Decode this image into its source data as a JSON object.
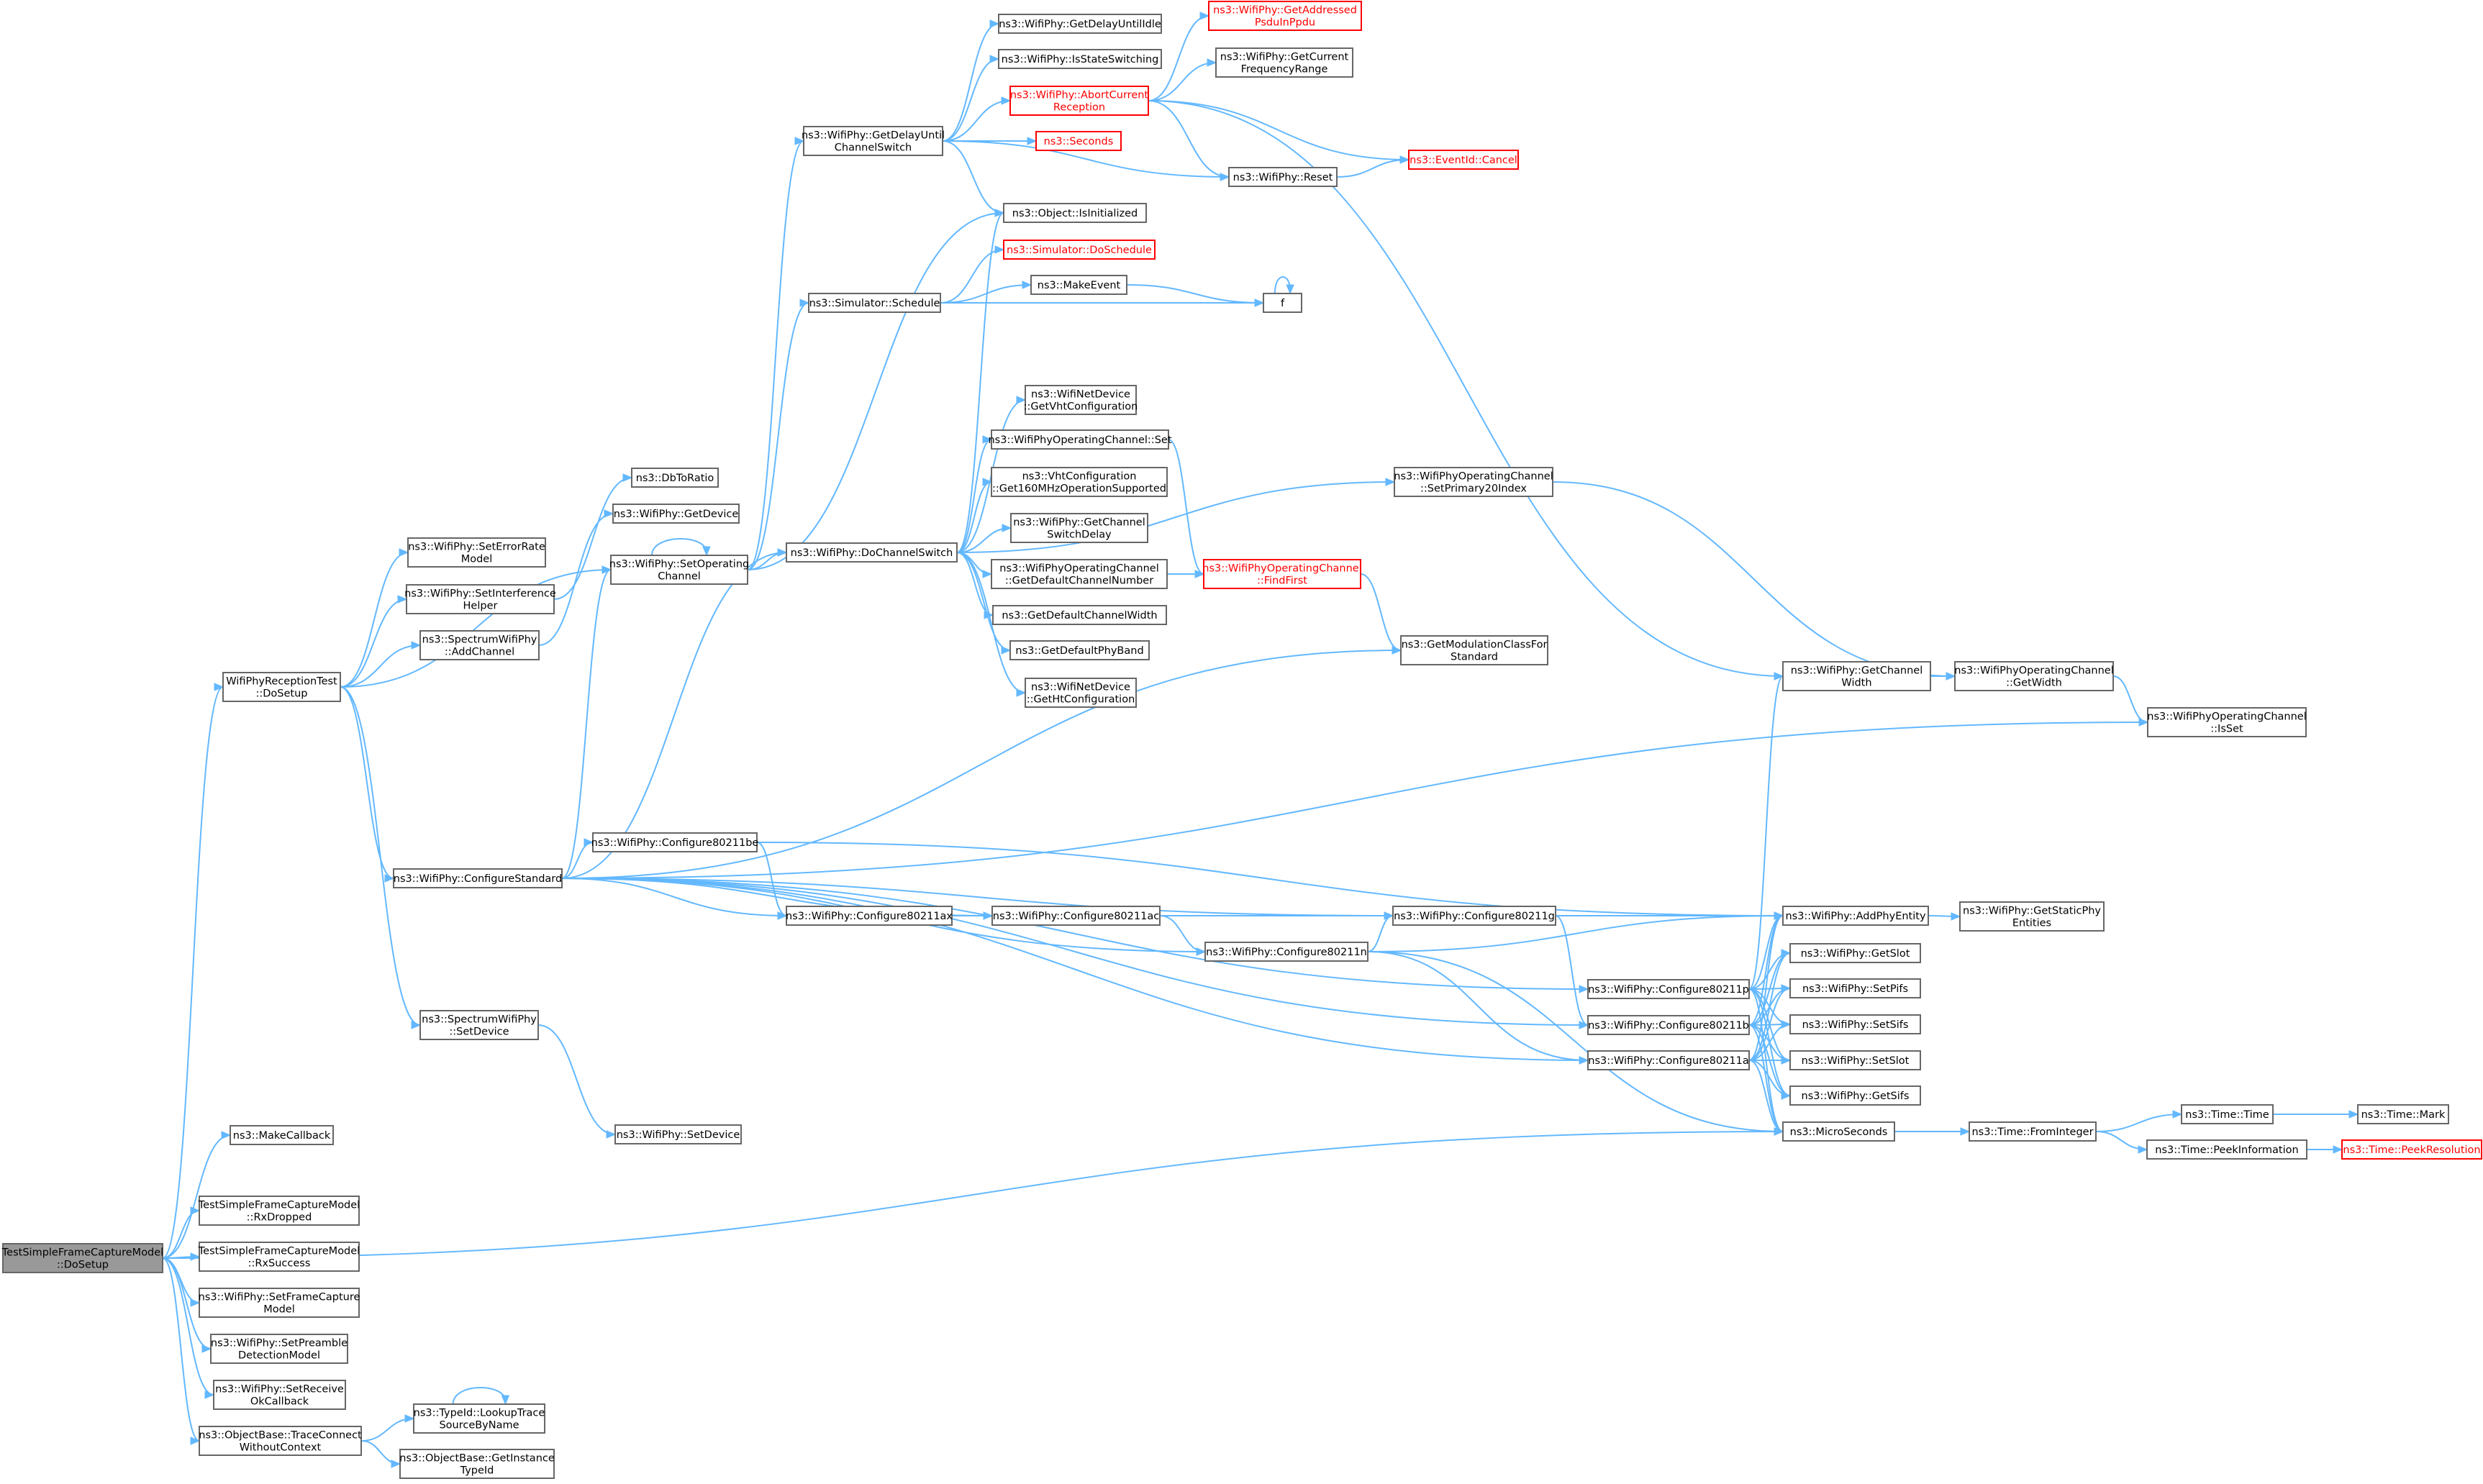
{
  "colors": {
    "edge": "#63b8ff",
    "border": "#666666",
    "highlight_border": "#ff0000",
    "root_fill": "#999999"
  },
  "nodes": {
    "root": {
      "lines": [
        "TestSimpleFrameCaptureModel",
        "::DoSetup"
      ]
    },
    "wrt": {
      "lines": [
        "WifiPhyReceptionTest",
        "::DoSetup"
      ]
    },
    "makecb": {
      "lines": [
        "ns3::MakeCallback"
      ]
    },
    "rxdrop": {
      "lines": [
        "TestSimpleFrameCaptureModel",
        "::RxDropped"
      ]
    },
    "rxsucc": {
      "lines": [
        "TestSimpleFrameCaptureModel",
        "::RxSuccess"
      ]
    },
    "setfc": {
      "lines": [
        "ns3::WifiPhy::SetFrameCapture",
        "Model"
      ]
    },
    "setpre": {
      "lines": [
        "ns3::WifiPhy::SetPreamble",
        "DetectionModel"
      ]
    },
    "setrok": {
      "lines": [
        "ns3::WifiPhy::SetReceive",
        "OkCallback"
      ]
    },
    "tcwc": {
      "lines": [
        "ns3::ObjectBase::TraceConnect",
        "WithoutContext"
      ]
    },
    "lookup": {
      "lines": [
        "ns3::TypeId::LookupTrace",
        "SourceByName"
      ]
    },
    "getinst": {
      "lines": [
        "ns3::ObjectBase::GetInstance",
        "TypeId"
      ]
    },
    "seterr": {
      "lines": [
        "ns3::WifiPhy::SetErrorRate",
        "Model"
      ]
    },
    "setint": {
      "lines": [
        "ns3::WifiPhy::SetInterference",
        "Helper"
      ]
    },
    "addch": {
      "lines": [
        "ns3::SpectrumWifiPhy",
        "::AddChannel"
      ]
    },
    "setdevsp": {
      "lines": [
        "ns3::SpectrumWifiPhy",
        "::SetDevice"
      ]
    },
    "setdev": {
      "lines": [
        "ns3::WifiPhy::SetDevice"
      ]
    },
    "dbto": {
      "lines": [
        "ns3::DbToRatio"
      ]
    },
    "getdev": {
      "lines": [
        "ns3::WifiPhy::GetDevice"
      ]
    },
    "setop": {
      "lines": [
        "ns3::WifiPhy::SetOperating",
        "Channel"
      ]
    },
    "dochs": {
      "lines": [
        "ns3::WifiPhy::DoChannelSwitch"
      ]
    },
    "getdelay": {
      "lines": [
        "ns3::WifiPhy::GetDelayUntil",
        "ChannelSwitch"
      ]
    },
    "sched": {
      "lines": [
        "ns3::Simulator::Schedule"
      ]
    },
    "gdui": {
      "lines": [
        "ns3::WifiPhy::GetDelayUntilIdle"
      ]
    },
    "isss": {
      "lines": [
        "ns3::WifiPhy::IsStateSwitching"
      ]
    },
    "abort": {
      "lines": [
        "ns3::WifiPhy::AbortCurrent",
        "Reception"
      ],
      "red": true
    },
    "seconds": {
      "lines": [
        "ns3::Seconds"
      ],
      "red": true
    },
    "isinit": {
      "lines": [
        "ns3::Object::IsInitialized"
      ]
    },
    "dosched": {
      "lines": [
        "ns3::Simulator::DoSchedule"
      ],
      "red": true
    },
    "makeev": {
      "lines": [
        "ns3::MakeEvent"
      ]
    },
    "f": {
      "lines": [
        "f"
      ]
    },
    "getaddr": {
      "lines": [
        "ns3::WifiPhy::GetAddressed",
        "PsduInPpdu"
      ],
      "red": true
    },
    "getcfr": {
      "lines": [
        "ns3::WifiPhy::GetCurrent",
        "FrequencyRange"
      ]
    },
    "reset": {
      "lines": [
        "ns3::WifiPhy::Reset"
      ]
    },
    "cancel": {
      "lines": [
        "ns3::EventId::Cancel"
      ],
      "red": true
    },
    "getvht": {
      "lines": [
        "ns3::WifiNetDevice",
        "::GetVhtConfiguration"
      ]
    },
    "opset": {
      "lines": [
        "ns3::WifiPhyOperatingChannel::Set"
      ]
    },
    "get160": {
      "lines": [
        "ns3::VhtConfiguration",
        "::Get160MHzOperationSupported"
      ]
    },
    "getcsd": {
      "lines": [
        "ns3::WifiPhy::GetChannel",
        "SwitchDelay"
      ]
    },
    "getdcn": {
      "lines": [
        "ns3::WifiPhyOperatingChannel",
        "::GetDefaultChannelNumber"
      ]
    },
    "findfirst": {
      "lines": [
        "ns3::WifiPhyOperatingChannel",
        "::FindFirst"
      ],
      "red": true
    },
    "getdcw": {
      "lines": [
        "ns3::GetDefaultChannelWidth"
      ]
    },
    "getdpb": {
      "lines": [
        "ns3::GetDefaultPhyBand"
      ]
    },
    "getht": {
      "lines": [
        "ns3::WifiNetDevice",
        "::GetHtConfiguration"
      ]
    },
    "setp20": {
      "lines": [
        "ns3::WifiPhyOperatingChannel",
        "::SetPrimary20Index"
      ]
    },
    "getmod": {
      "lines": [
        "ns3::GetModulationClassFor",
        "Standard"
      ]
    },
    "getchw": {
      "lines": [
        "ns3::WifiPhy::GetChannel",
        "Width"
      ]
    },
    "opgetw": {
      "lines": [
        "ns3::WifiPhyOperatingChannel",
        "::GetWidth"
      ]
    },
    "isset": {
      "lines": [
        "ns3::WifiPhyOperatingChannel",
        "::IsSet"
      ]
    },
    "cfgstd": {
      "lines": [
        "ns3::WifiPhy::ConfigureStandard"
      ]
    },
    "cfgbe": {
      "lines": [
        "ns3::WifiPhy::Configure80211be"
      ]
    },
    "cfgax": {
      "lines": [
        "ns3::WifiPhy::Configure80211ax"
      ]
    },
    "cfgac": {
      "lines": [
        "ns3::WifiPhy::Configure80211ac"
      ]
    },
    "cfgn": {
      "lines": [
        "ns3::WifiPhy::Configure80211n"
      ]
    },
    "cfgg": {
      "lines": [
        "ns3::WifiPhy::Configure80211g"
      ]
    },
    "cfgp": {
      "lines": [
        "ns3::WifiPhy::Configure80211p"
      ]
    },
    "cfgb": {
      "lines": [
        "ns3::WifiPhy::Configure80211b"
      ]
    },
    "cfga": {
      "lines": [
        "ns3::WifiPhy::Configure80211a"
      ]
    },
    "addpe": {
      "lines": [
        "ns3::WifiPhy::AddPhyEntity"
      ]
    },
    "getspe": {
      "lines": [
        "ns3::WifiPhy::GetStaticPhy",
        "Entities"
      ]
    },
    "getslot": {
      "lines": [
        "ns3::WifiPhy::GetSlot"
      ]
    },
    "setpifs": {
      "lines": [
        "ns3::WifiPhy::SetPifs"
      ]
    },
    "setsifs": {
      "lines": [
        "ns3::WifiPhy::SetSifs"
      ]
    },
    "setslot": {
      "lines": [
        "ns3::WifiPhy::SetSlot"
      ]
    },
    "getsifs": {
      "lines": [
        "ns3::WifiPhy::GetSifs"
      ]
    },
    "micro": {
      "lines": [
        "ns3::MicroSeconds"
      ]
    },
    "fromint": {
      "lines": [
        "ns3::Time::FromInteger"
      ]
    },
    "ttime": {
      "lines": [
        "ns3::Time::Time"
      ]
    },
    "mark": {
      "lines": [
        "ns3::Time::Mark"
      ]
    },
    "peekinfo": {
      "lines": [
        "ns3::Time::PeekInformation"
      ]
    },
    "peekres": {
      "lines": [
        "ns3::Time::PeekResolution"
      ],
      "red": true
    }
  },
  "edges": [
    [
      "root",
      "wrt"
    ],
    [
      "root",
      "makecb"
    ],
    [
      "root",
      "rxdrop"
    ],
    [
      "root",
      "rxsucc"
    ],
    [
      "root",
      "setfc"
    ],
    [
      "root",
      "setpre"
    ],
    [
      "root",
      "setrok"
    ],
    [
      "root",
      "tcwc"
    ],
    [
      "root",
      "micro"
    ],
    [
      "tcwc",
      "lookup"
    ],
    [
      "tcwc",
      "getinst"
    ],
    [
      "lookup",
      "lookup"
    ],
    [
      "wrt",
      "seterr"
    ],
    [
      "wrt",
      "setint"
    ],
    [
      "wrt",
      "addch"
    ],
    [
      "wrt",
      "setop"
    ],
    [
      "wrt",
      "cfgstd"
    ],
    [
      "wrt",
      "setdevsp"
    ],
    [
      "setint",
      "dbto"
    ],
    [
      "addch",
      "getdev"
    ],
    [
      "setdevsp",
      "setdev"
    ],
    [
      "setop",
      "setop"
    ],
    [
      "setop",
      "dochs"
    ],
    [
      "setop",
      "getdelay"
    ],
    [
      "setop",
      "isinit"
    ],
    [
      "setop",
      "sched"
    ],
    [
      "getdelay",
      "gdui"
    ],
    [
      "getdelay",
      "isss"
    ],
    [
      "getdelay",
      "abort"
    ],
    [
      "getdelay",
      "seconds"
    ],
    [
      "getdelay",
      "isinit"
    ],
    [
      "getdelay",
      "reset"
    ],
    [
      "abort",
      "getaddr"
    ],
    [
      "abort",
      "getcfr"
    ],
    [
      "abort",
      "reset"
    ],
    [
      "abort",
      "cancel"
    ],
    [
      "abort",
      "getchw"
    ],
    [
      "reset",
      "cancel"
    ],
    [
      "sched",
      "dosched"
    ],
    [
      "sched",
      "makeev"
    ],
    [
      "sched",
      "f"
    ],
    [
      "makeev",
      "f"
    ],
    [
      "f",
      "f"
    ],
    [
      "dochs",
      "isinit"
    ],
    [
      "dochs",
      "getvht"
    ],
    [
      "dochs",
      "opset"
    ],
    [
      "dochs",
      "get160"
    ],
    [
      "dochs",
      "getcsd"
    ],
    [
      "dochs",
      "getdcn"
    ],
    [
      "dochs",
      "getdcw"
    ],
    [
      "dochs",
      "getdpb"
    ],
    [
      "dochs",
      "getht"
    ],
    [
      "dochs",
      "setp20"
    ],
    [
      "opset",
      "findfirst"
    ],
    [
      "getdcn",
      "findfirst"
    ],
    [
      "findfirst",
      "getmod"
    ],
    [
      "setp20",
      "opgetw"
    ],
    [
      "getchw",
      "opgetw"
    ],
    [
      "opgetw",
      "isset"
    ],
    [
      "cfgstd",
      "setop"
    ],
    [
      "cfgstd",
      "dochs"
    ],
    [
      "cfgstd",
      "getmod"
    ],
    [
      "cfgstd",
      "isset"
    ],
    [
      "cfgstd",
      "cfgbe"
    ],
    [
      "cfgstd",
      "cfgax"
    ],
    [
      "cfgstd",
      "cfgac"
    ],
    [
      "cfgstd",
      "cfgn"
    ],
    [
      "cfgstd",
      "cfgg"
    ],
    [
      "cfgstd",
      "cfgp"
    ],
    [
      "cfgstd",
      "cfgb"
    ],
    [
      "cfgstd",
      "cfga"
    ],
    [
      "cfgbe",
      "cfgax"
    ],
    [
      "cfgbe",
      "addpe"
    ],
    [
      "cfgax",
      "cfgac"
    ],
    [
      "cfgax",
      "addpe"
    ],
    [
      "cfgac",
      "cfgn"
    ],
    [
      "cfgac",
      "addpe"
    ],
    [
      "cfgn",
      "cfgg"
    ],
    [
      "cfgn",
      "addpe"
    ],
    [
      "cfgn",
      "cfga"
    ],
    [
      "cfgn",
      "micro"
    ],
    [
      "cfgg",
      "cfgb"
    ],
    [
      "cfgg",
      "addpe"
    ],
    [
      "cfgp",
      "addpe"
    ],
    [
      "cfgp",
      "getchw"
    ],
    [
      "cfgp",
      "getslot"
    ],
    [
      "cfgp",
      "setpifs"
    ],
    [
      "cfgp",
      "setsifs"
    ],
    [
      "cfgp",
      "setslot"
    ],
    [
      "cfgp",
      "getsifs"
    ],
    [
      "cfgp",
      "micro"
    ],
    [
      "cfgb",
      "addpe"
    ],
    [
      "cfgb",
      "getslot"
    ],
    [
      "cfgb",
      "setpifs"
    ],
    [
      "cfgb",
      "setsifs"
    ],
    [
      "cfgb",
      "setslot"
    ],
    [
      "cfgb",
      "getsifs"
    ],
    [
      "cfgb",
      "micro"
    ],
    [
      "cfga",
      "addpe"
    ],
    [
      "cfga",
      "getslot"
    ],
    [
      "cfga",
      "setpifs"
    ],
    [
      "cfga",
      "setsifs"
    ],
    [
      "cfga",
      "setslot"
    ],
    [
      "cfga",
      "getsifs"
    ],
    [
      "cfga",
      "micro"
    ],
    [
      "addpe",
      "getspe"
    ],
    [
      "micro",
      "fromint"
    ],
    [
      "fromint",
      "ttime"
    ],
    [
      "fromint",
      "peekinfo"
    ],
    [
      "ttime",
      "mark"
    ],
    [
      "peekinfo",
      "peekres"
    ]
  ]
}
